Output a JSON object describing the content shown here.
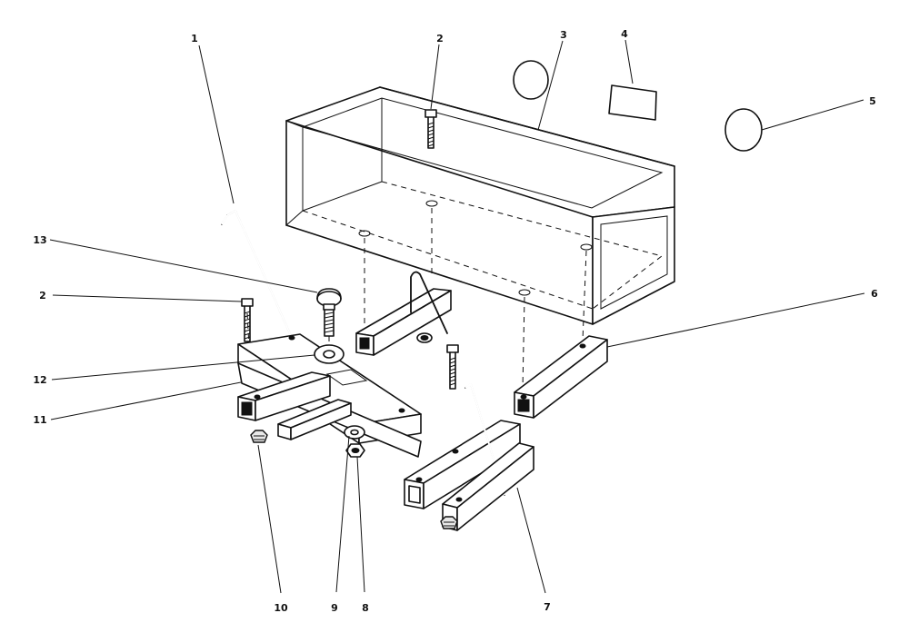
{
  "callouts": [
    {
      "id": "1",
      "label": "1"
    },
    {
      "id": "2a",
      "label": "2"
    },
    {
      "id": "3",
      "label": "3"
    },
    {
      "id": "4",
      "label": "4"
    },
    {
      "id": "5",
      "label": "5"
    },
    {
      "id": "6",
      "label": "6"
    },
    {
      "id": "2b",
      "label": "2"
    },
    {
      "id": "13",
      "label": "13"
    },
    {
      "id": "12",
      "label": "12"
    },
    {
      "id": "11",
      "label": "11"
    },
    {
      "id": "10",
      "label": "10"
    },
    {
      "id": "9",
      "label": "9"
    },
    {
      "id": "8",
      "label": "8"
    },
    {
      "id": "7",
      "label": "7"
    }
  ],
  "colors": {
    "ink": "#111111",
    "paper": "#ffffff"
  }
}
